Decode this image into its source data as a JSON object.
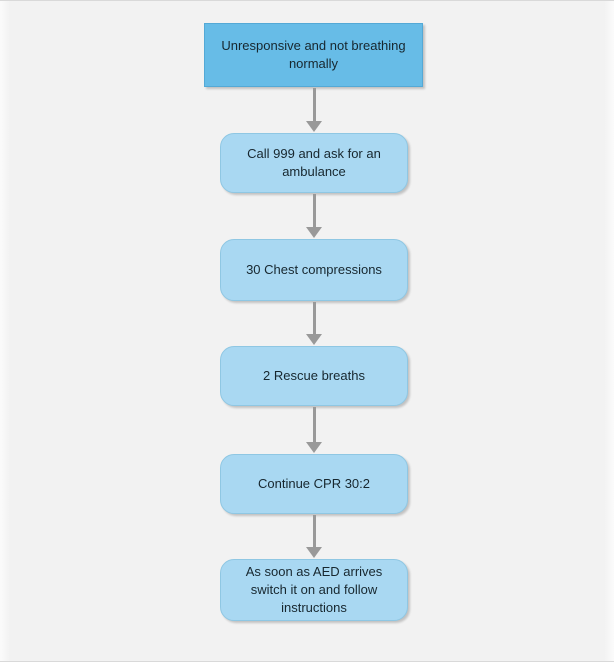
{
  "colors": {
    "start_node_fill": "#67BCE7",
    "start_node_border": "#54A9D6",
    "node_fill": "#A9D8F2",
    "node_border": "#8FC7E3",
    "arrow": "#999999",
    "text": "#17272F",
    "background": "#F2F2F2"
  },
  "diagram": {
    "type": "flowchart",
    "direction": "top-to-bottom",
    "nodes": [
      {
        "label": "Unresponsive and not breathing normally",
        "shape": "rectangle"
      },
      {
        "label": "Call 999 and ask for an ambulance",
        "shape": "rounded-rectangle"
      },
      {
        "label": "30 Chest compressions",
        "shape": "rounded-rectangle"
      },
      {
        "label": "2 Rescue breaths",
        "shape": "rounded-rectangle"
      },
      {
        "label": "Continue CPR 30:2",
        "shape": "rounded-rectangle"
      },
      {
        "label": "As soon as AED arrives switch it on and follow instructions",
        "shape": "rounded-rectangle"
      }
    ],
    "edges": [
      {
        "from": 0,
        "to": 1,
        "style": "arrow-down"
      },
      {
        "from": 1,
        "to": 2,
        "style": "arrow-down"
      },
      {
        "from": 2,
        "to": 3,
        "style": "arrow-down"
      },
      {
        "from": 3,
        "to": 4,
        "style": "arrow-down"
      },
      {
        "from": 4,
        "to": 5,
        "style": "arrow-down"
      }
    ]
  }
}
